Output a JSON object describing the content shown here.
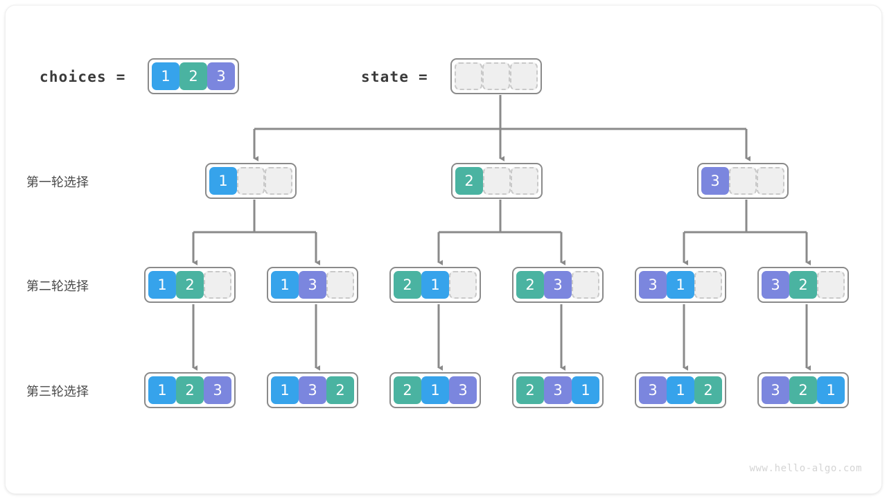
{
  "meta": {
    "watermark": "www.hello-algo.com",
    "colors": {
      "value_1": "#36a3eb",
      "value_2": "#4ab3a1",
      "value_3": "#7b86de",
      "empty_cell_bg": "#efefef",
      "empty_cell_border": "#c9c9c9",
      "array_border": "#8a8a8a",
      "edge": "#8a8a8a",
      "label_text": "#4a4a4a"
    }
  },
  "header": {
    "choices_label": "choices  =",
    "choices_values": [
      "1",
      "2",
      "3"
    ],
    "state_label": "state  =",
    "state_values": [
      "",
      "",
      ""
    ]
  },
  "rows": [
    {
      "label": "第一轮选择",
      "nodes": [
        {
          "values": [
            "1",
            "",
            ""
          ]
        },
        {
          "values": [
            "2",
            "",
            ""
          ]
        },
        {
          "values": [
            "3",
            "",
            ""
          ]
        }
      ]
    },
    {
      "label": "第二轮选择",
      "nodes": [
        {
          "values": [
            "1",
            "2",
            ""
          ]
        },
        {
          "values": [
            "1",
            "3",
            ""
          ]
        },
        {
          "values": [
            "2",
            "1",
            ""
          ]
        },
        {
          "values": [
            "2",
            "3",
            ""
          ]
        },
        {
          "values": [
            "3",
            "1",
            ""
          ]
        },
        {
          "values": [
            "3",
            "2",
            ""
          ]
        }
      ]
    },
    {
      "label": "第三轮选择",
      "nodes": [
        {
          "values": [
            "1",
            "2",
            "3"
          ]
        },
        {
          "values": [
            "1",
            "3",
            "2"
          ]
        },
        {
          "values": [
            "2",
            "1",
            "3"
          ]
        },
        {
          "values": [
            "2",
            "3",
            "1"
          ]
        },
        {
          "values": [
            "3",
            "1",
            "2"
          ]
        },
        {
          "values": [
            "3",
            "2",
            "1"
          ]
        }
      ]
    }
  ]
}
